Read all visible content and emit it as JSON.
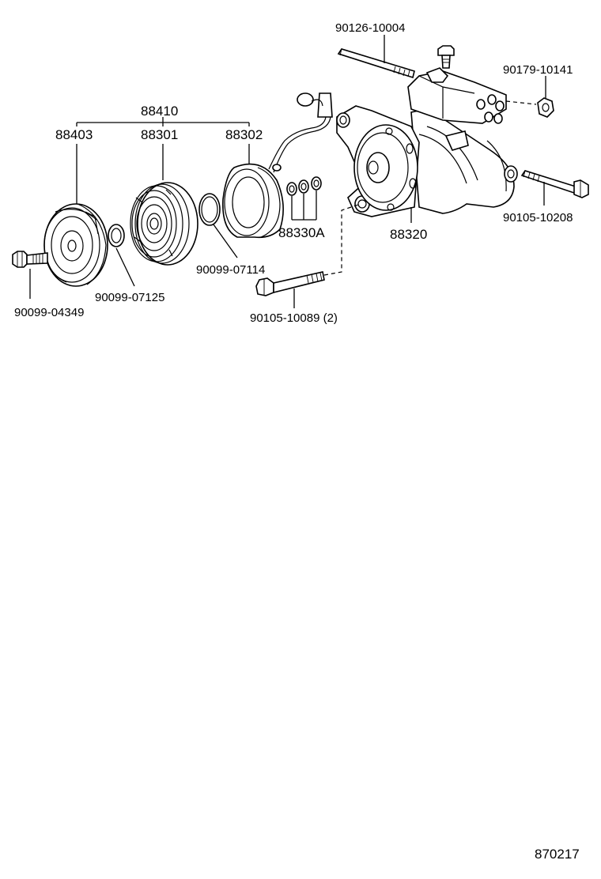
{
  "labels": {
    "assembly": "88410",
    "pressure_plate": "88403",
    "pulley": "88301",
    "stator": "88302",
    "shims": "88330A",
    "compressor": "88320",
    "stud": "90126-10004",
    "nut": "90179-10141",
    "bolt_long": "90105-10208",
    "bolt_mount": "90105-10089 (2)",
    "snap_ring_stator": "90099-07114",
    "snap_ring_pulley": "90099-07125",
    "center_bolt": "90099-04349",
    "diagram_number": "870217"
  }
}
